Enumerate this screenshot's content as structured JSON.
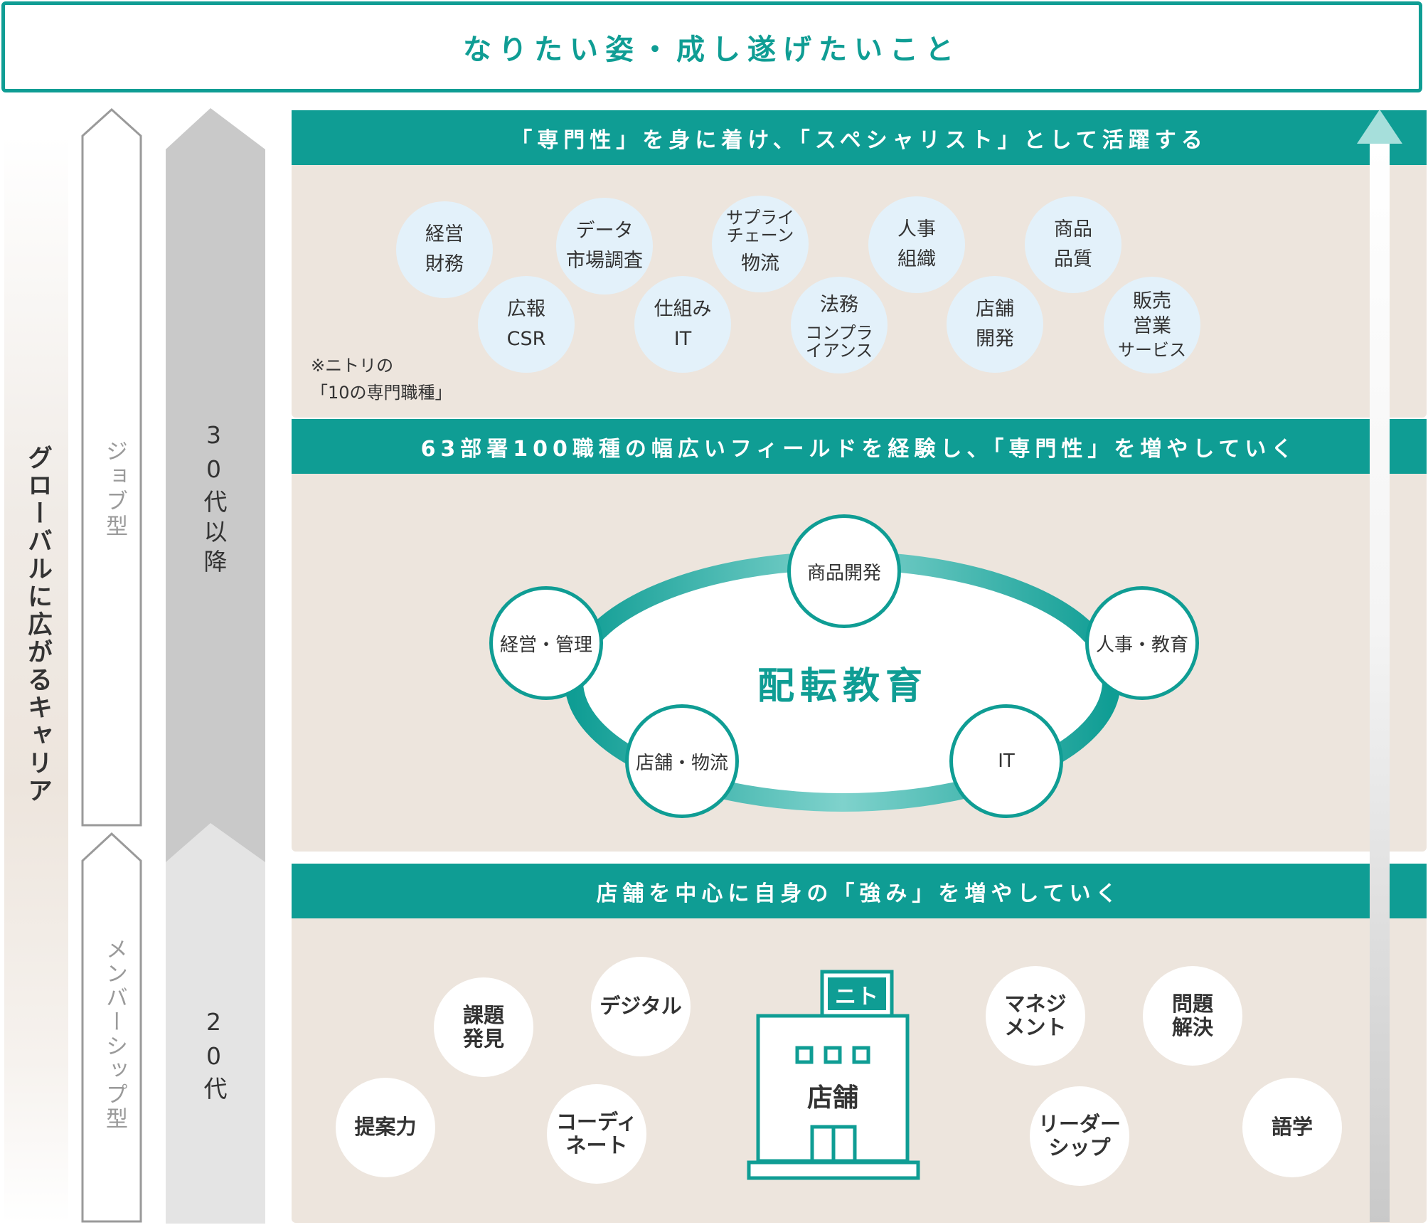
{
  "goal": "なりたい姿・成し遂げたいこと",
  "left_axis": {
    "label": "グローバルに広がるキャリア"
  },
  "career_types": {
    "job": "ジョブ型",
    "membership": "メンバーシップ型"
  },
  "age_bands": {
    "upper": "30代以降",
    "lower": "20代"
  },
  "specialist": {
    "banner": "「専門性」を身に着け、「スペシャリスト」として活躍する",
    "fields": [
      {
        "line1": "経営",
        "line2": "財務"
      },
      {
        "line1": "データ",
        "line2": "市場調査"
      },
      {
        "line1": "サプライチェーン",
        "line2": "物流"
      },
      {
        "line1": "人事",
        "line2": "組織"
      },
      {
        "line1": "商品",
        "line2": "品質"
      },
      {
        "line1": "広報",
        "line2": "CSR"
      },
      {
        "line1": "仕組み",
        "line2": "IT"
      },
      {
        "line1": "法務",
        "line2": "コンプライアンス"
      },
      {
        "line1": "店舗",
        "line2": "開発"
      },
      {
        "line1": "販売",
        "line2": "営業",
        "line3": "サービス"
      }
    ],
    "note_line1": "※ニトリの",
    "note_line2": "「10の専門職種」"
  },
  "rotation": {
    "banner": "63部署100職種の幅広いフィールドを経験し、「専門性」を増やしていく",
    "center": "配転教育",
    "nodes": [
      "商品開発",
      "経営・管理",
      "人事・教育",
      "店舗・物流",
      "IT"
    ]
  },
  "store": {
    "banner": "店舗を中心に自身の「強み」を増やしていく",
    "sign": "ニトリ",
    "building_label": "店舗",
    "skills": [
      "課題発見",
      "デジタル",
      "提案力",
      "コーディネート",
      "マネジメント",
      "問題解決",
      "リーダーシップ",
      "語学"
    ]
  },
  "colors": {
    "teal": "#0f9d94",
    "panel": "#ede5dd",
    "light_blue": "#e3f1fa",
    "gray_dark": "#c9c9c9",
    "gray_light": "#e4e4e4"
  },
  "icons": {
    "building": "store-building-icon",
    "arrow": "up-arrow-icon"
  }
}
